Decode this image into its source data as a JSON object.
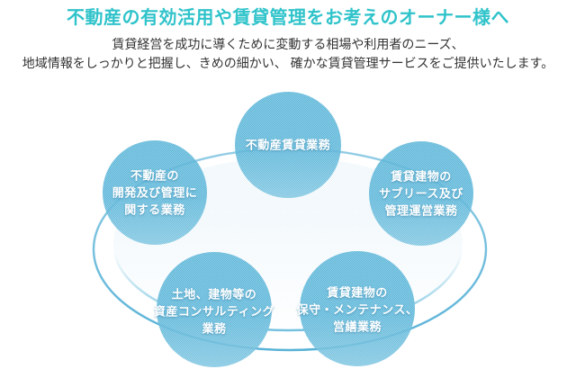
{
  "header": {
    "title": "不動産の有効活用や賃貸管理をお考えのオーナー様へ",
    "description": [
      "賃貸経営を成功に導くために変動する相場や利用者のニーズ、",
      "地域情報をしっかりと把握し、きめの細かい、 確かな賃貸管理サービスをご提供いたします。"
    ]
  },
  "diagram": {
    "circles": [
      {
        "name": "rental-business",
        "lines": [
          "不動産賃貸業務"
        ]
      },
      {
        "name": "development-management",
        "lines": [
          "不動産の",
          "開発及び管理に",
          "関する業務"
        ]
      },
      {
        "name": "sublease-operation",
        "lines": [
          "賃貸建物の",
          "サブリース及び",
          "管理運営業務"
        ]
      },
      {
        "name": "asset-consulting",
        "lines": [
          "土地、建物等の",
          "資産コンサルティング",
          "業務"
        ]
      },
      {
        "name": "maintenance-repair",
        "lines": [
          "賃貸建物の",
          "保守・メンテナンス、",
          "営繕業務"
        ]
      }
    ],
    "colors": {
      "heading": "#2fc3ca",
      "body_text": "#333333",
      "circle_fill_dark": "#5fb4d8",
      "circle_fill_light": "#8ccfe6",
      "ellipse_stroke": "#5fb6da",
      "inner_ellipse_fill": "#e8f3f9",
      "circle_text": "#ffffff"
    }
  }
}
